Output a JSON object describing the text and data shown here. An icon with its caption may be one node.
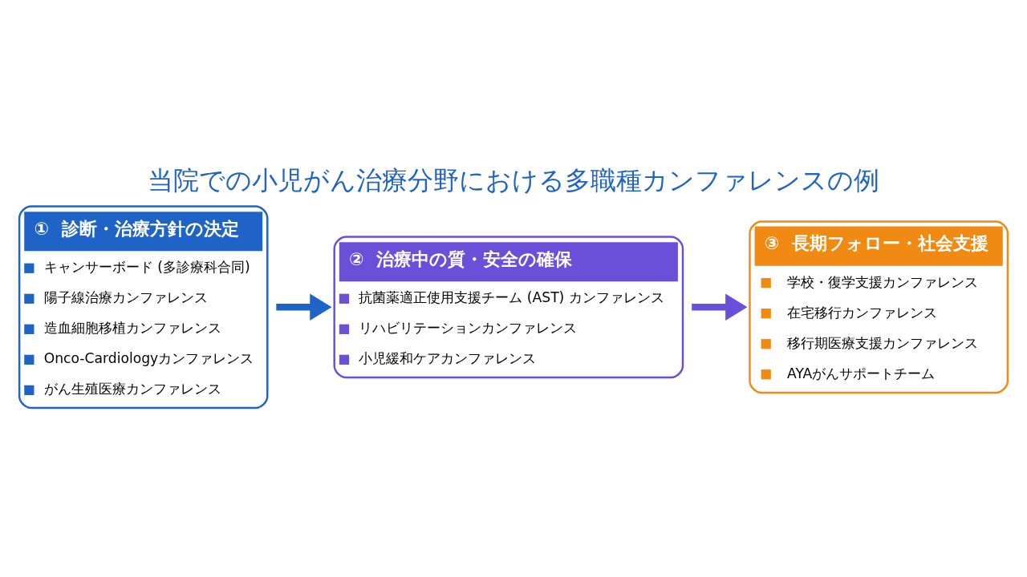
{
  "diagram": {
    "title": "当院での小児がん治療分野における多職種カンファレンスの例",
    "nodes": [
      {
        "text": [
          "①",
          "診断・治療方針の決定",
          "キャンサーボード (多診療科合同)",
          "陽子線治療カンファレンス",
          "造血細胞移植カンファレンス",
          "Onco-Cardiologyカンファレンス",
          "がん生殖医療カンファレンス"
        ]
      },
      {
        "text": [
          "②",
          "治療中の質・安全の確保",
          "抗菌薬適正使用支援チーム (AST) カンファレンス",
          "リハビリテーションカンファレンス",
          "小児緩和ケアカンファレンス"
        ]
      },
      {
        "text": [
          "③",
          "長期フォロー・社会支援",
          "学校・復学支援カンファレンス",
          "在宅移行カンファレンス",
          "移行期医療支援カンファレンス",
          "AYAがんサポートチーム"
        ]
      }
    ],
    "edges": [
      {
        "from": 0,
        "to": 1,
        "arrow": "to",
        "color": "#1f63c6"
      },
      {
        "from": 1,
        "to": 2,
        "arrow": "to",
        "color": "#6a4fd8"
      }
    ]
  }
}
